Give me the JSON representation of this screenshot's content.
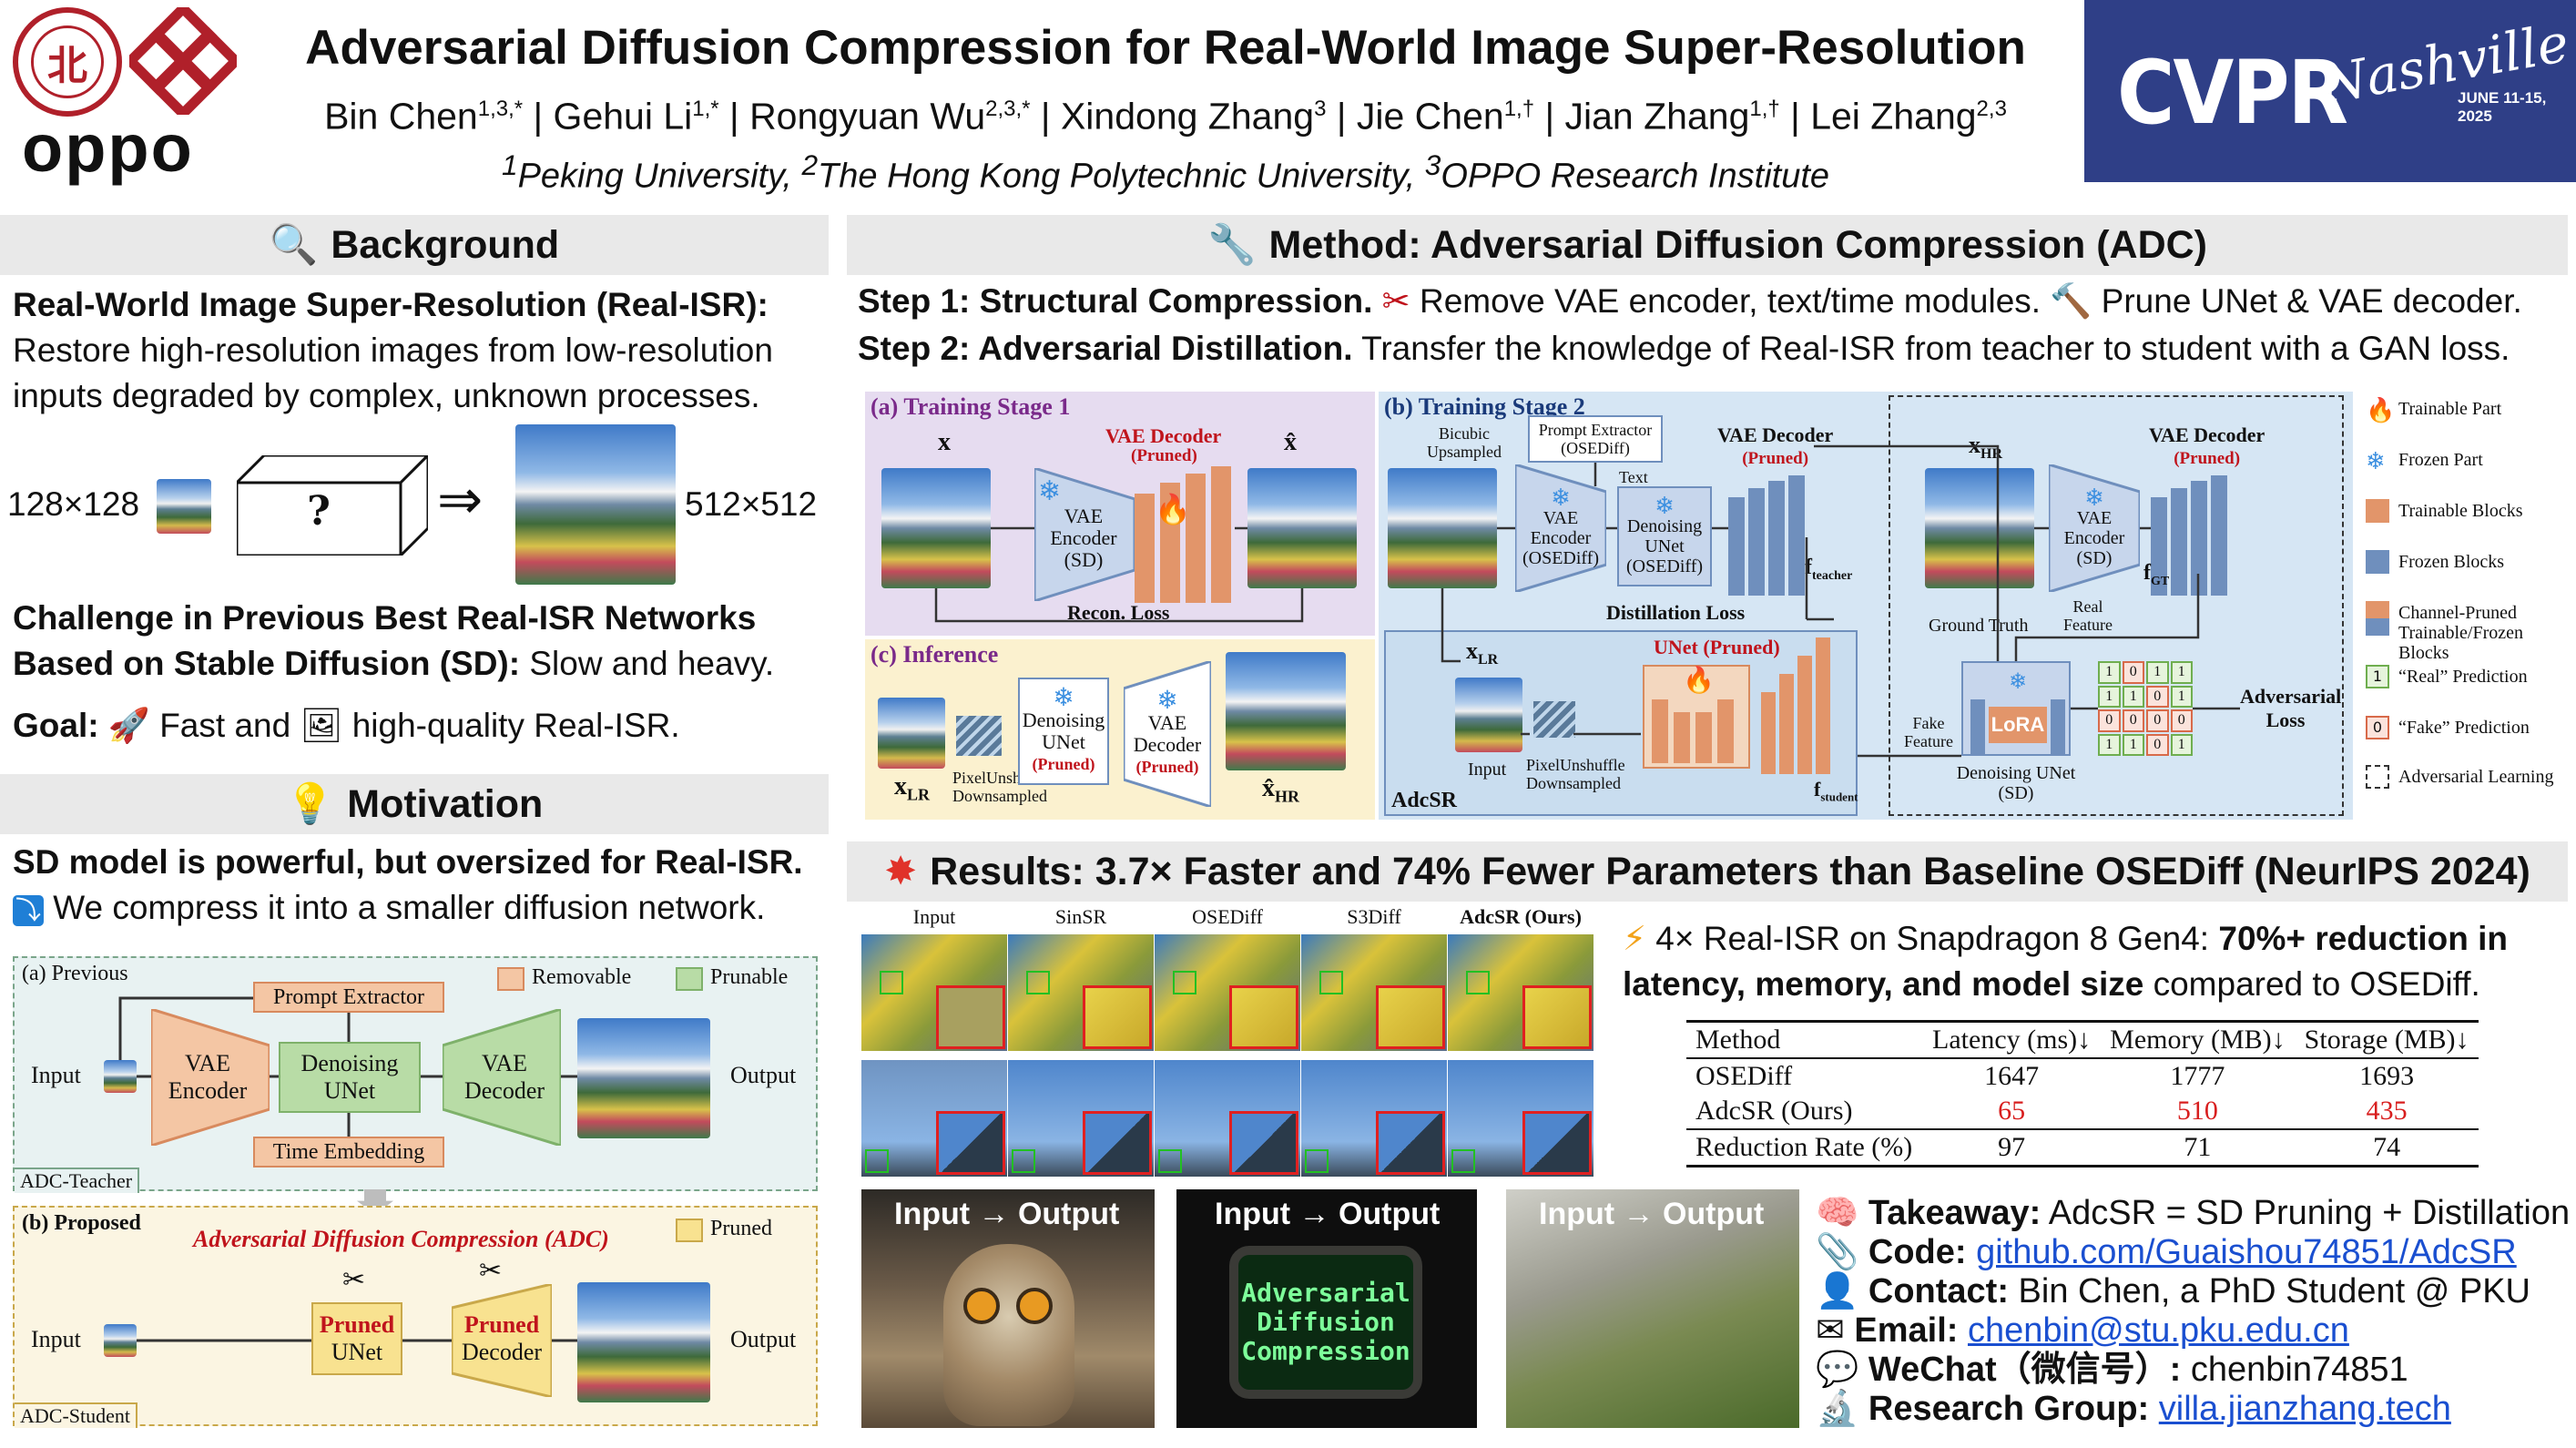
{
  "header": {
    "title": "Adversarial Diffusion Compression for Real-World Image Super-Resolution",
    "authors": [
      {
        "name": "Bin Chen",
        "sup": "1,3,*"
      },
      {
        "name": "Gehui Li",
        "sup": "1,*"
      },
      {
        "name": "Rongyuan Wu",
        "sup": "2,3,*"
      },
      {
        "name": "Xindong Zhang",
        "sup": "3"
      },
      {
        "name": "Jie Chen",
        "sup": "1,†"
      },
      {
        "name": "Jian Zhang",
        "sup": "1,†"
      },
      {
        "name": "Lei Zhang",
        "sup": "2,3"
      }
    ],
    "affil_1": "Peking University, ",
    "affil_2": "The Hong Kong Polytechnic University, ",
    "affil_3": "OPPO Research Institute",
    "sup_1": "1",
    "sup_2": "2",
    "sup_3": "3",
    "oppo": "oppo",
    "cvpr": "CVPR",
    "cvpr_city": "Nashville",
    "cvpr_date": "JUNE 11-15, 2025"
  },
  "background": {
    "heading": "Background",
    "icon": "magnifier-icon",
    "task_title": "Real-World Image Super-Resolution (Real-ISR):",
    "task_desc": "Restore high-resolution images from low-resolution inputs degraded by complex, unknown processes.",
    "lr_size": "128×128",
    "box_label": "?",
    "arrow": "⇒",
    "hr_size": "512×512",
    "challenge_title": "Challenge in Previous Best Real-ISR Networks Based on Stable Diffusion (SD):",
    "challenge_desc": " Slow and heavy.",
    "goal_label": "Goal:",
    "goal_fast": " Fast and ",
    "goal_quality": " high-quality Real-ISR."
  },
  "motivation": {
    "heading": "Motivation",
    "icon": "lightbulb-icon",
    "line1": "SD model is powerful, but oversized for Real-ISR.",
    "line2": "We compress it into a smaller diffusion network.",
    "panel_a": "(a) Previous",
    "legend_removable": "Removable",
    "legend_prunable": "Prunable",
    "prompt_extractor": "Prompt Extractor",
    "time_embedding": "Time Embedding",
    "vae_encoder": "VAE Encoder",
    "denoising_unet": "Denoising UNet",
    "vae_decoder": "VAE Decoder",
    "input": "Input",
    "output": "Output",
    "teacher_tag": "ADC-Teacher",
    "panel_b": "(b) Proposed",
    "adc_title": "Adversarial Diffusion Compression (ADC)",
    "legend_pruned": "Pruned",
    "pruned": "Pruned",
    "unet": "UNet",
    "decoder": "Decoder",
    "student_tag": "ADC-Student"
  },
  "method": {
    "heading": "Method: Adversarial Diffusion Compression (ADC)",
    "icon": "wrench-icon",
    "step1_label": "Step 1: Structural Compression.",
    "step1_a": " Remove VAE encoder, text/time modules.",
    "step1_b": " Prune UNet & VAE decoder.",
    "step2_label": "Step 2: Adversarial Distillation.",
    "step2_desc": " Transfer the knowledge of Real-ISR from teacher to student with a GAN loss.",
    "stage1": "(a) Training Stage 1",
    "x": "x",
    "x_hat": "x̂",
    "vae_encoder_sd": "VAE Encoder (SD)",
    "vae_decoder": "VAE Decoder",
    "pruned_tag": "(Pruned)",
    "recon_loss": "Recon. Loss",
    "inference": "(c) Inference",
    "denoising_unet": "Denoising UNet",
    "vae_decoder_short": "VAE Decoder",
    "x_lr": "x",
    "lr_sub": "LR",
    "x_hr": "x̂",
    "hr_sub": "HR",
    "pixelunshuffle": "PixelUnshuffle Downsampled",
    "stage2": "(b) Training Stage 2",
    "bicubic": "Bicubic Upsampled",
    "prompt_extractor": "Prompt Extractor (OSEDiff)",
    "text": "Text",
    "vae_encoder_osediff": "VAE Encoder (OSEDiff)",
    "denoising_unet_osediff": "Denoising UNet (OSEDiff)",
    "f_teacher": "f",
    "teacher_sub": "teacher",
    "distillation_loss": "Distillation Loss",
    "unet_pruned": "UNet (Pruned)",
    "f_student": "f",
    "student_sub": "student",
    "input": "Input",
    "adcsr": "AdcSR",
    "xhr_label": "x",
    "ground_truth": "Ground Truth",
    "real_feature": "Real Feature",
    "f_gt": "f",
    "gt_sub": "GT",
    "fake_feature": "Fake Feature",
    "lora": "LoRA",
    "denoising_unet_sd": "Denoising UNet (SD)",
    "adv_loss": "Adversarial Loss",
    "grid_top": [
      "1",
      "0",
      "1",
      "1",
      "1",
      "1",
      "0",
      "1",
      "0",
      "0",
      "0",
      "0",
      "1",
      "1",
      "0",
      "1"
    ],
    "grid_bot": [
      "1",
      "0",
      "1",
      "1",
      "1",
      "1",
      "0",
      "1",
      "0",
      "0",
      "0",
      "0",
      "1",
      "1",
      "0",
      "1"
    ],
    "legend": [
      "Trainable Part",
      "Frozen Part",
      "Trainable Blocks",
      "Frozen Blocks",
      "Channel-Pruned Trainable/Frozen Blocks",
      "“Real” Prediction",
      "“Fake” Prediction",
      "Adversarial Learning"
    ],
    "legend_real_glyph": "1",
    "legend_fake_glyph": "0"
  },
  "results": {
    "heading": "Results: 3.7× Faster and 74% Fewer Parameters than Baseline OSEDiff (NeurIPS 2024)",
    "icon": "burst-icon",
    "cols": [
      "Input",
      "SinSR",
      "OSEDiff",
      "S3Diff",
      "AdcSR (Ours)"
    ],
    "speed_a": " 4× Real-ISR on Snapdragon 8 Gen4: ",
    "speed_b": "70%+ reduction in latency, memory, and model size",
    "speed_c": " compared to OSEDiff.",
    "table_header": [
      "Method",
      "Latency (ms)↓",
      "Memory (MB)↓",
      "Storage (MB)↓"
    ],
    "table_rows": [
      [
        "OSEDiff",
        "1647",
        "1777",
        "1693"
      ],
      [
        "AdcSR (Ours)",
        "65",
        "510",
        "435"
      ],
      [
        "Reduction Rate (%)",
        "97",
        "71",
        "74"
      ]
    ],
    "video_label": "Input → Output",
    "crt_text_1": "Adversarial",
    "crt_text_2": "Diffusion",
    "crt_text_3": "Compression"
  },
  "links": {
    "takeaway_label": "Takeaway:",
    "takeaway": " AdcSR = SD Pruning + Distillation",
    "code_label": "Code:",
    "code": "github.com/Guaishou74851/AdcSR",
    "contact_label": "Contact:",
    "contact": " Bin Chen, a PhD Student @ PKU",
    "email_label": "Email:",
    "email": "chenbin@stu.pku.edu.cn",
    "wechat_label": "WeChat（微信号）:",
    "wechat": " chenbin74851",
    "group_label": "Research Group:",
    "group": "villa.jianzhang.tech"
  },
  "colors": {
    "stage1_bg": "#e6dcf0",
    "stage2_bg": "#d6e6f4",
    "inference_bg": "#fbf1cf",
    "trainable": "#e2956a",
    "frozen": "#6f8fbd",
    "prunable": "#b8dca6",
    "removable": "#f4c6a4",
    "accent_red": "#c0141c",
    "cvpr_bg": "#2f3f87"
  }
}
